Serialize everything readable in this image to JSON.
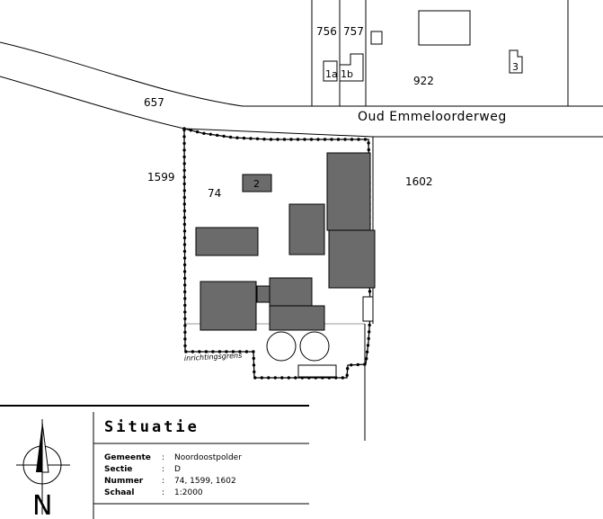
{
  "map": {
    "road_name": "Oud Emmeloorderweg",
    "parcels": {
      "p656": "756",
      "p757": "757",
      "p1a": "1a",
      "p1b": "1b",
      "p922": "922",
      "p3": "3",
      "p657": "657",
      "p1599": "1599",
      "p74": "74",
      "p1602": "1602",
      "p2": "2"
    },
    "boundary_label": "inrichtingsgrens",
    "colors": {
      "building_fill": "#6b6b6b",
      "line": "#000000",
      "grid_line": "#9a9a9a"
    }
  },
  "legend": {
    "title": "Situatie",
    "rows": [
      {
        "label": "Gemeente",
        "sep": ":",
        "value": "Noordoostpolder"
      },
      {
        "label": "Sectie",
        "sep": ":",
        "value": "D"
      },
      {
        "label": "Nummer",
        "sep": ":",
        "value": "74, 1599, 1602"
      },
      {
        "label": "Schaal",
        "sep": ":",
        "value": "1:2000"
      }
    ],
    "north_letter": "N",
    "north_icon": "north-arrow-icon"
  }
}
